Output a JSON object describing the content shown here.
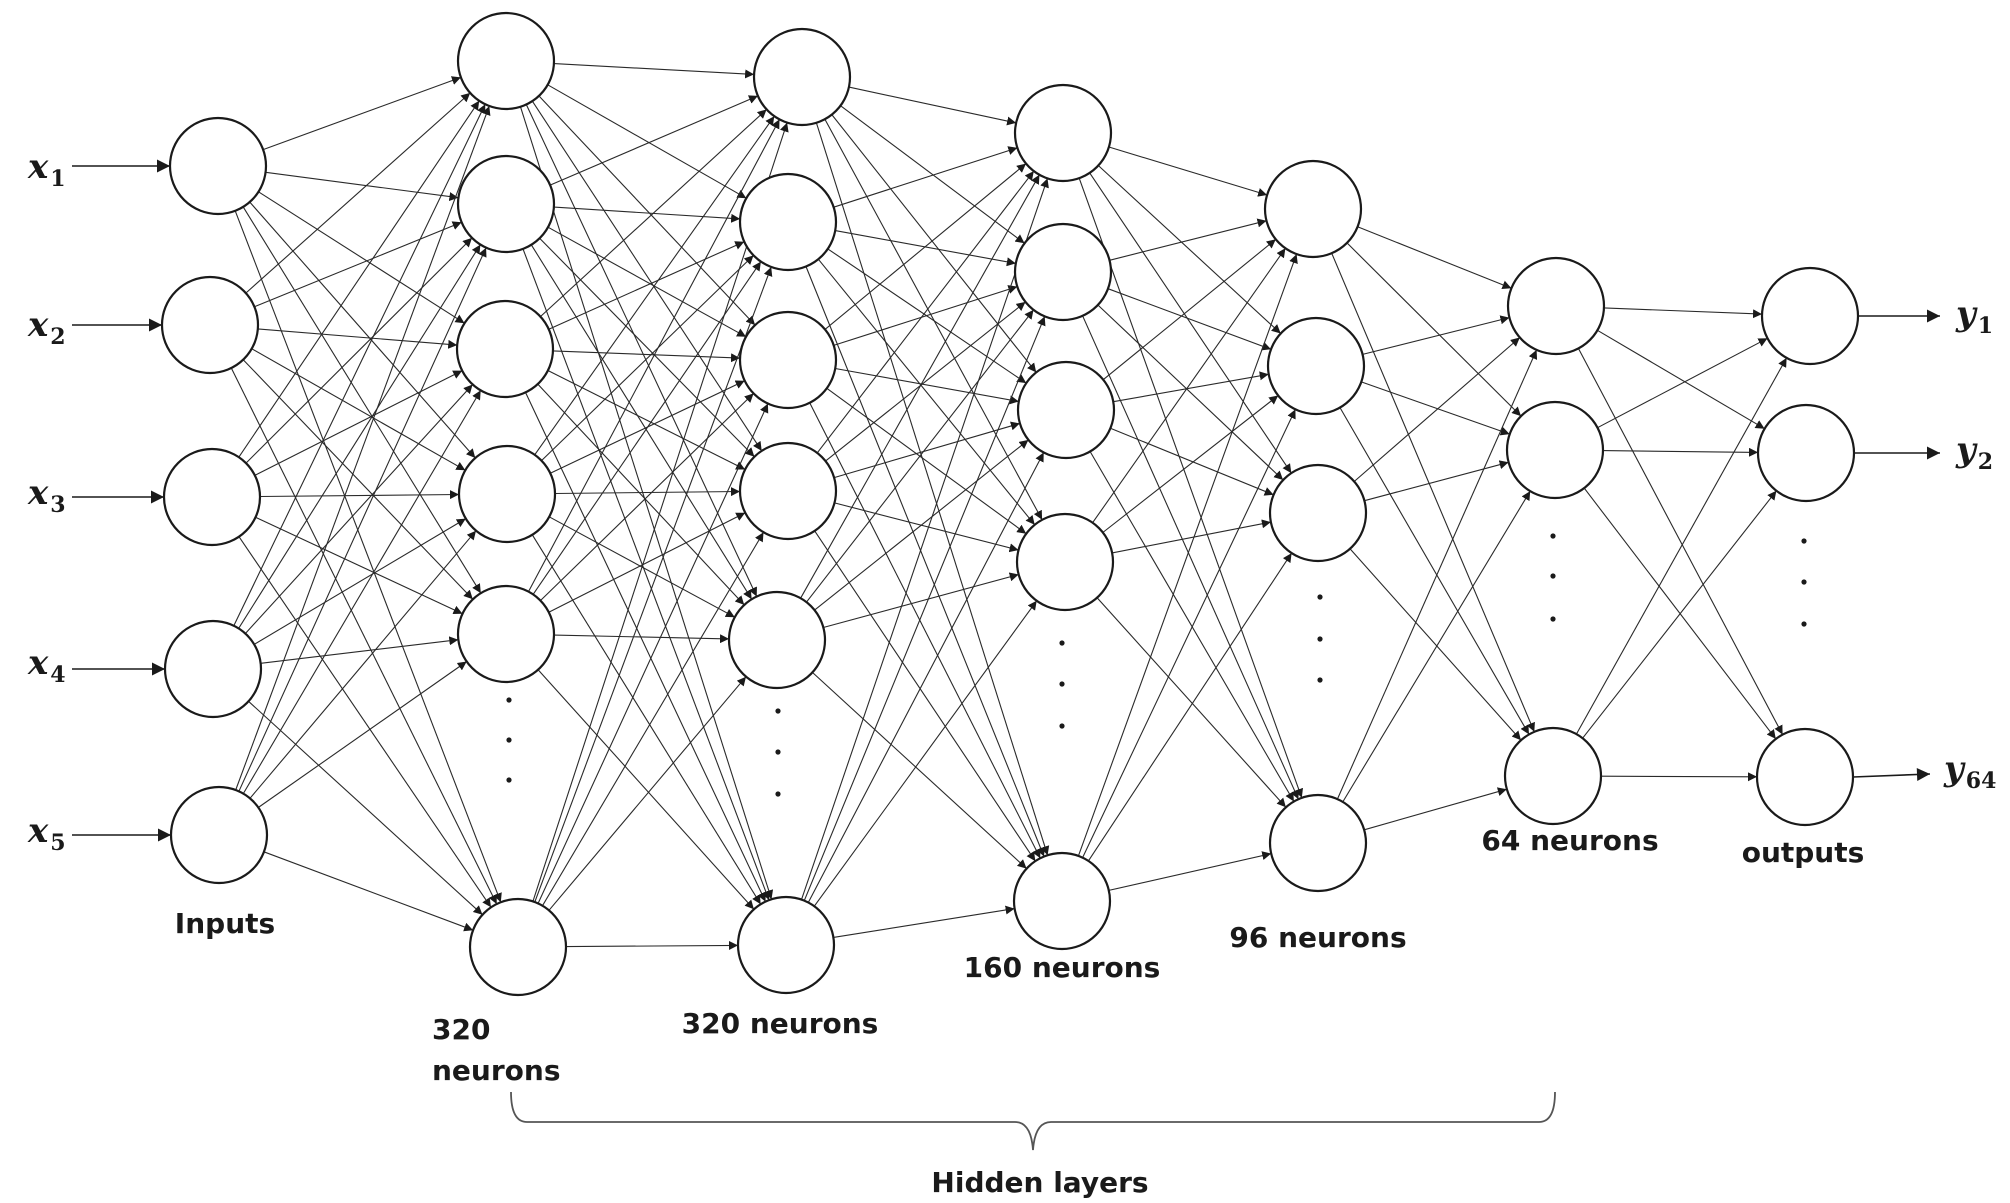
{
  "inputs": [
    {
      "base": "x",
      "sub": "1"
    },
    {
      "base": "x",
      "sub": "2"
    },
    {
      "base": "x",
      "sub": "3"
    },
    {
      "base": "x",
      "sub": "4"
    },
    {
      "base": "x",
      "sub": "5"
    }
  ],
  "outputs": [
    {
      "base": "y",
      "sub": "1"
    },
    {
      "base": "y",
      "sub": "2"
    },
    {
      "base": "y",
      "sub": "64"
    }
  ],
  "layer_labels": {
    "inputs": "Inputs",
    "hidden1_line1": "320",
    "hidden1_line2": "neurons",
    "hidden2": "320 neurons",
    "hidden3": "160 neurons",
    "hidden4": "96 neurons",
    "hidden5": "64 neurons",
    "outputs": "outputs"
  },
  "hidden_caption": "Hidden layers",
  "layer_sizes": {
    "inputs": 5,
    "hidden1": 320,
    "hidden2": 320,
    "hidden3": 160,
    "hidden4": 96,
    "hidden5": 64,
    "outputs": 64
  }
}
